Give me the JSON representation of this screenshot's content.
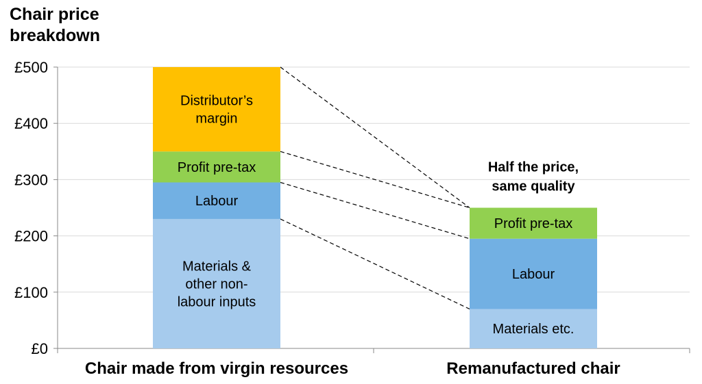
{
  "chart_data": {
    "type": "bar",
    "stacked": true,
    "title_lines": [
      "Chair price",
      "breakdown"
    ],
    "xlabel": "",
    "ylabel": "",
    "ylim": [
      0,
      500
    ],
    "y_ticks": [
      "£0",
      "£100",
      "£200",
      "£300",
      "£400",
      "£500"
    ],
    "y_tick_values": [
      0,
      100,
      200,
      300,
      400,
      500
    ],
    "grid": true,
    "categories": [
      "Chair made from virgin resources",
      "Remanufactured chair"
    ],
    "bars": [
      {
        "category": "Chair made from virgin resources",
        "segments": [
          {
            "label_lines": [
              "Materials  &",
              "other non-",
              "labour  inputs"
            ],
            "value": 230,
            "color": "#a6cbed"
          },
          {
            "label_lines": [
              "Labour"
            ],
            "value": 65,
            "color": "#72b0e3"
          },
          {
            "label_lines": [
              "Profit pre-tax"
            ],
            "value": 55,
            "color": "#92d050"
          },
          {
            "label_lines": [
              "Distributor’s",
              "margin"
            ],
            "value": 150,
            "color": "#ffc000"
          }
        ]
      },
      {
        "category": "Remanufactured chair",
        "segments": [
          {
            "label_lines": [
              "Materials  etc."
            ],
            "value": 70,
            "color": "#a6cbed"
          },
          {
            "label_lines": [
              "Labour"
            ],
            "value": 125,
            "color": "#72b0e3"
          },
          {
            "label_lines": [
              "Profit pre-tax"
            ],
            "value": 55,
            "color": "#92d050"
          }
        ]
      }
    ],
    "annotation_lines": [
      "Half the price,",
      "same quality"
    ],
    "connector_style": "dashed",
    "legend": "none"
  }
}
